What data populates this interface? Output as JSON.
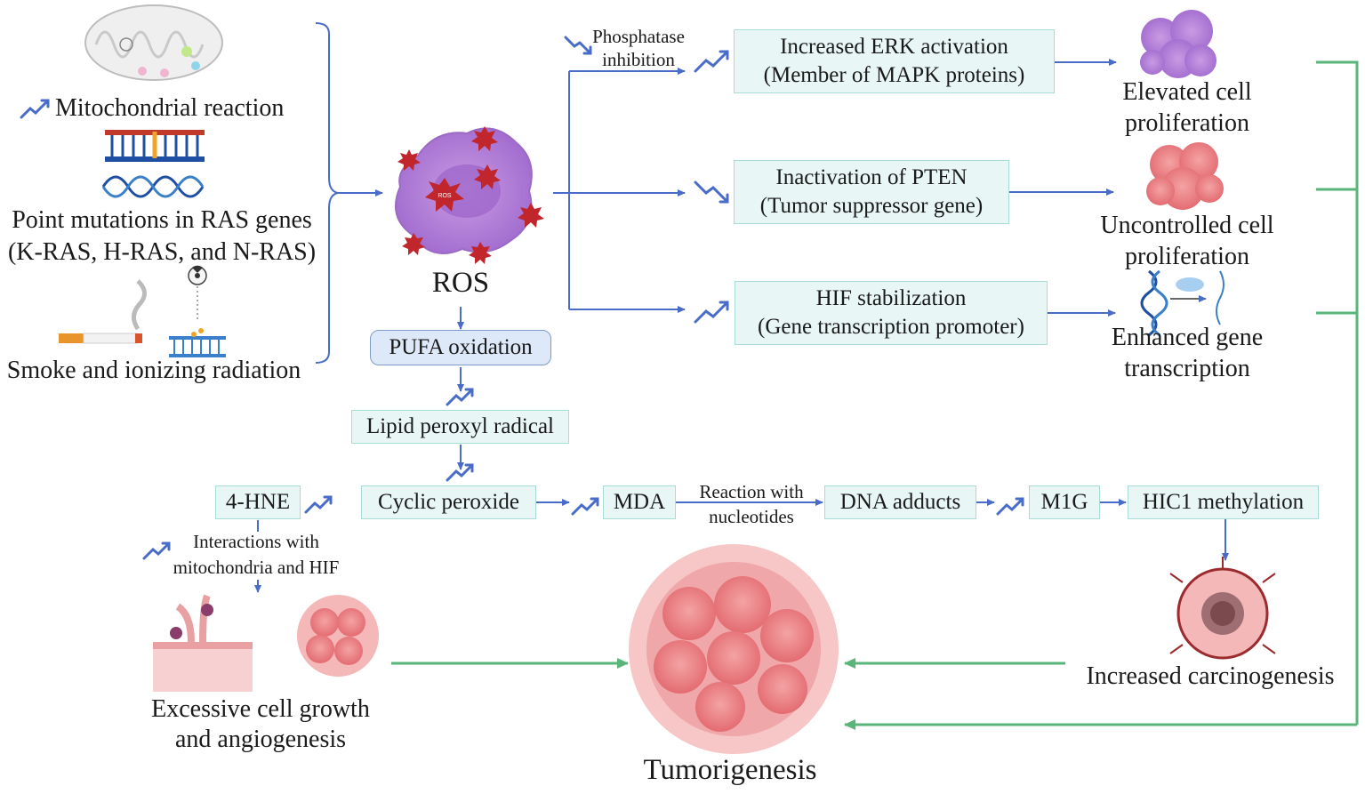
{
  "sources": {
    "mito_label": "Mitochondrial reaction",
    "ras_line1": "Point mutations in RAS genes",
    "ras_line2": "(K-RAS, H-RAS, and N-RAS)",
    "smoke_label": "Smoke and ionizing radiation"
  },
  "ros": {
    "label": "ROS",
    "mark": "ROS"
  },
  "phosphatase": {
    "line1": "Phosphatase",
    "line2": "inhibition"
  },
  "pathways": {
    "erk": {
      "line1": "Increased ERK activation",
      "line2": "(Member of  MAPK proteins)"
    },
    "pten": {
      "line1": "Inactivation of PTEN",
      "line2": "(Tumor suppressor gene)"
    },
    "hif": {
      "line1": "HIF stabilization",
      "line2": "(Gene transcription promoter)"
    }
  },
  "outcomes": {
    "elevated": {
      "line1": "Elevated cell",
      "line2": "proliferation"
    },
    "uncontrolled": {
      "line1": "Uncontrolled cell",
      "line2": "proliferation"
    },
    "enhanced": {
      "line1": "Enhanced gene",
      "line2": "transcription"
    }
  },
  "lipid": {
    "pufa": "PUFA oxidation",
    "peroxyl": "Lipid peroxyl radical",
    "cyclic": "Cyclic peroxide",
    "hne": "4-HNE",
    "mda": "MDA",
    "reaction_line1": "Reaction with",
    "reaction_line2": "nucleotides",
    "adducts": "DNA adducts",
    "m1g": "M1G",
    "hic1": "HIC1 methylation"
  },
  "hne_branch": {
    "interactions_line1": "Interactions with",
    "interactions_line2": "mitochondria and HIF",
    "growth_line1": "Excessive cell growth",
    "growth_line2": "and angiogenesis"
  },
  "carcinogenesis": "Increased carcinogenesis",
  "tumorigenesis": "Tumorigenesis",
  "colors": {
    "arrow_blue": "#4a6cc9",
    "path_green": "#5ab57a",
    "box_fill": "#e8f7f6",
    "box_border": "#a7dcd7",
    "cell_pink": "#e8767a"
  }
}
